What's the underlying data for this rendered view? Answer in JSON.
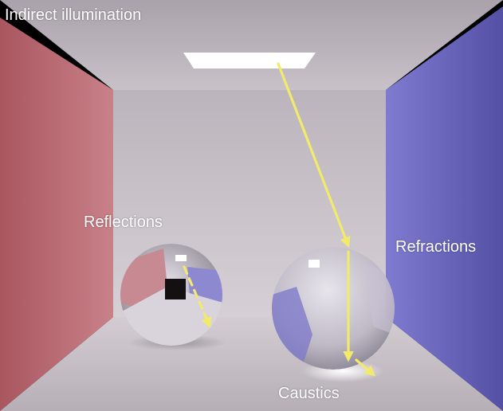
{
  "labels": {
    "indirect_illumination": "Indirect illumination",
    "reflections": "Reflections",
    "refractions": "Refractions",
    "caustics": "Caustics"
  },
  "colors": {
    "left_wall": "#b5646e",
    "right_wall": "#6a66b5",
    "back_wall": "#cac3ca",
    "ceiling": "#bdb6bd",
    "floor": "#c9c3c9",
    "light_panel": "#ffffff",
    "ray_arrow": "#f2ea6a",
    "label_text": "#ffffff"
  }
}
